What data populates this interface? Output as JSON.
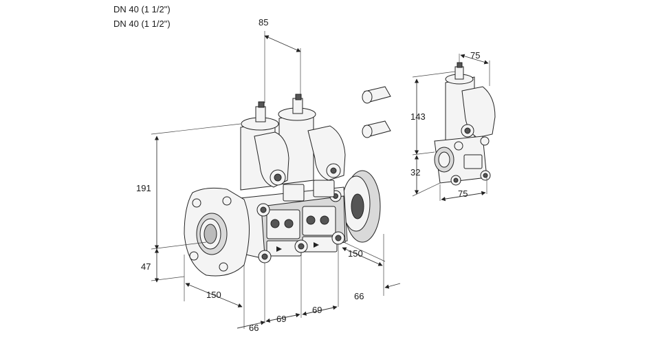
{
  "header": {
    "line1": "DN 40 (1 1/2\")",
    "line2": "DN 40 (1 1/2\")"
  },
  "dimensions": {
    "top_width": "85",
    "height_upper": "191",
    "height_lower": "47",
    "flange_depth": "150",
    "bottom_66_left": "66",
    "pitch_1": "69",
    "pitch_2": "69",
    "right_150": "150",
    "right_66": "66",
    "side_width_top": "75",
    "side_height_top": "143",
    "side_height_low": "32",
    "side_width_bottom": "75"
  }
}
